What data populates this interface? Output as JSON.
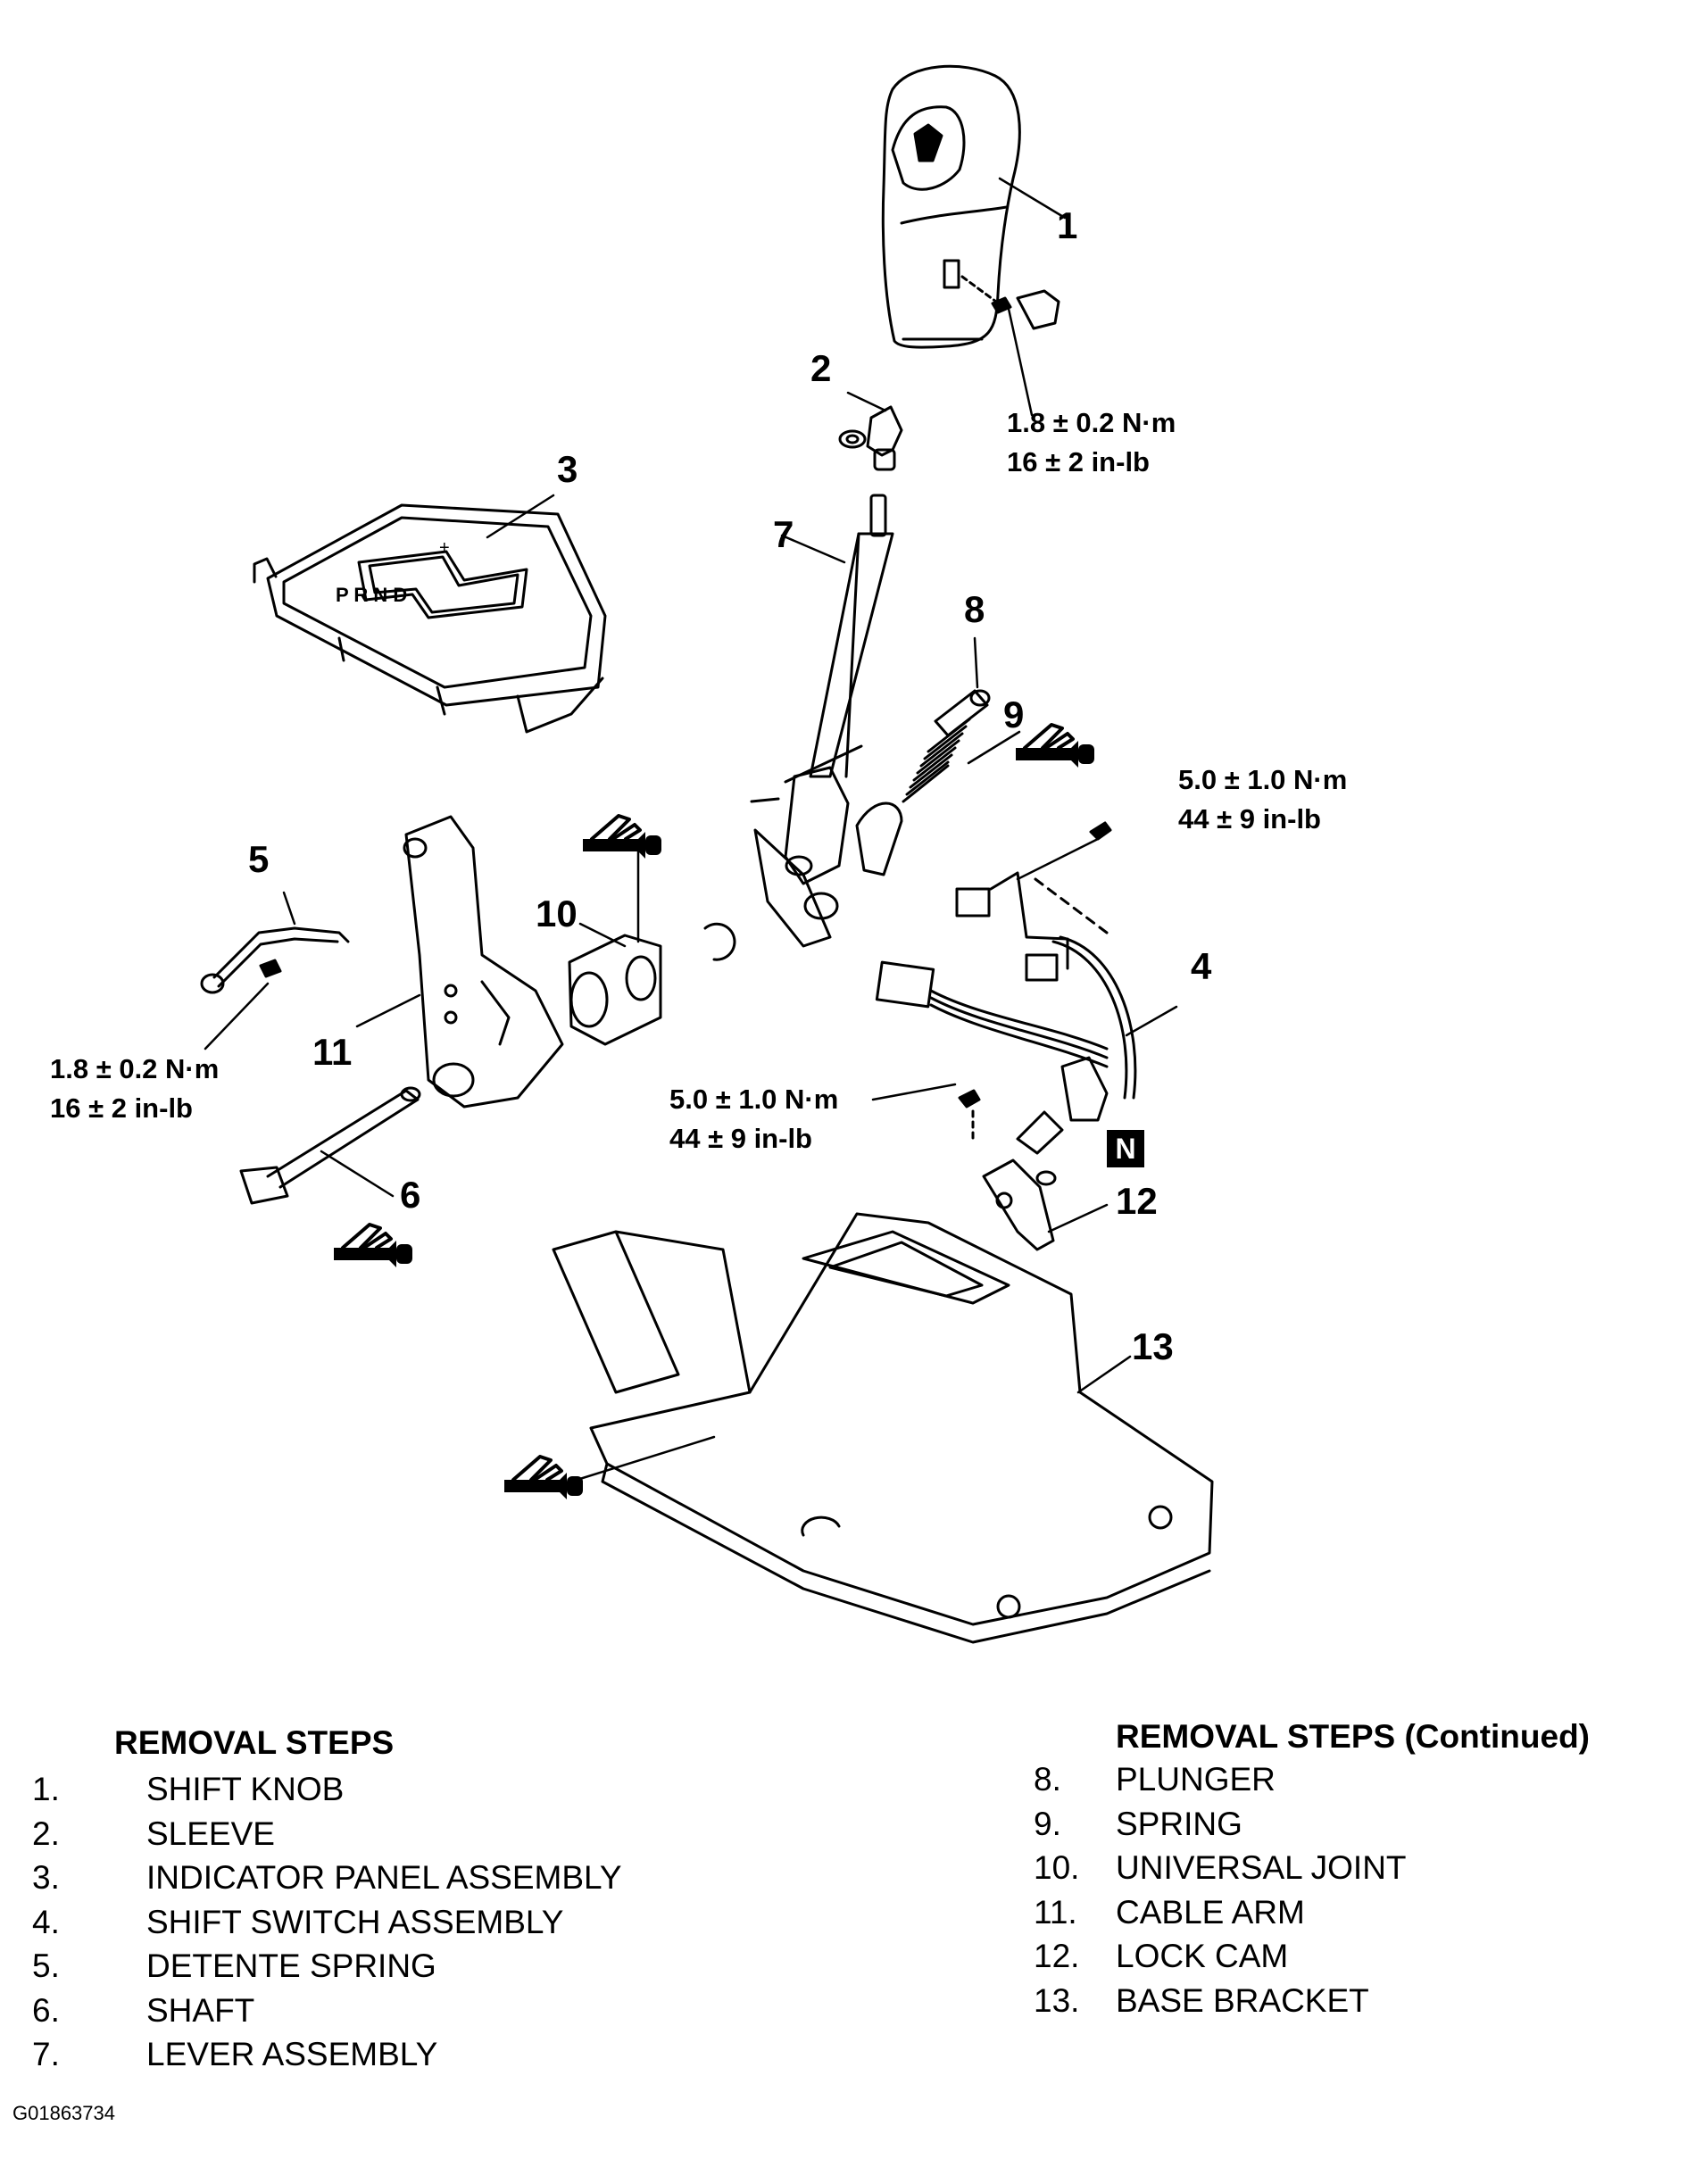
{
  "callouts": [
    "1",
    "2",
    "3",
    "4",
    "5",
    "6",
    "7",
    "8",
    "9",
    "10",
    "11",
    "12",
    "13"
  ],
  "torque": {
    "knob": {
      "nm": "1.8 ± 0.2 N·m",
      "inlb": "16 ± 2 in-lb"
    },
    "detente": {
      "nm": "1.8 ± 0.2 N·m",
      "inlb": "16 ± 2 in-lb"
    },
    "switch_upper": {
      "nm": "5.0 ± 1.0 N·m",
      "inlb": "44 ± 9 in-lb"
    },
    "switch_lower": {
      "nm": "5.0 ± 1.0 N·m",
      "inlb": "44 ± 9 in-lb"
    }
  },
  "badge": "N",
  "steps_left": {
    "title": "REMOVAL STEPS",
    "items": [
      {
        "num": "1.",
        "label": "SHIFT KNOB"
      },
      {
        "num": "2.",
        "label": "SLEEVE"
      },
      {
        "num": "3.",
        "label": "INDICATOR PANEL ASSEMBLY"
      },
      {
        "num": "4.",
        "label": "SHIFT SWITCH ASSEMBLY"
      },
      {
        "num": "5.",
        "label": "DETENTE SPRING"
      },
      {
        "num": "6.",
        "label": "SHAFT"
      },
      {
        "num": "7.",
        "label": "LEVER ASSEMBLY"
      }
    ]
  },
  "steps_right": {
    "title": "REMOVAL STEPS (Continued)",
    "items": [
      {
        "num": "8.",
        "label": "PLUNGER"
      },
      {
        "num": "9.",
        "label": "SPRING"
      },
      {
        "num": "10.",
        "label": "UNIVERSAL JOINT"
      },
      {
        "num": "11.",
        "label": "CABLE ARM"
      },
      {
        "num": "12.",
        "label": "LOCK CAM"
      },
      {
        "num": "13.",
        "label": "BASE BRACKET"
      }
    ]
  },
  "figure_id": "G01863734",
  "icons": [
    "grease-gun-icon"
  ]
}
